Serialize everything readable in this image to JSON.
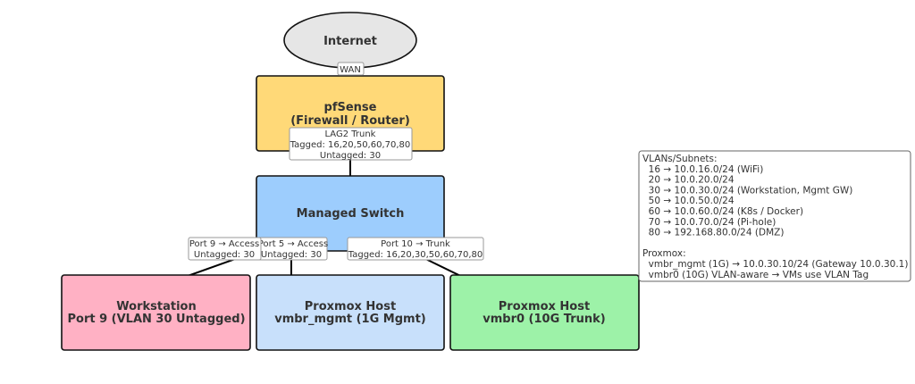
{
  "nodes": {
    "internet": {
      "label": "Internet",
      "color": "#e6e6e6"
    },
    "pfsense": {
      "line1": "pfSense",
      "line2": "(Firewall / Router)",
      "color": "#ffd978"
    },
    "switch": {
      "label": "Managed Switch",
      "color": "#9dcdfd"
    },
    "workstation": {
      "line1": "Workstation",
      "line2": "Port 9 (VLAN 30 Untagged)",
      "color": "#ffb1c4"
    },
    "proxmox_mgmt": {
      "line1": "Proxmox Host",
      "line2": "vmbr_mgmt (1G Mgmt)",
      "color": "#c8e0fb"
    },
    "proxmox_trunk": {
      "line1": "Proxmox Host",
      "line2": "vmbr0 (10G Trunk)",
      "color": "#9df2a8"
    }
  },
  "edges": {
    "wan": {
      "label": "WAN"
    },
    "lag": {
      "line1": "LAG2 Trunk",
      "line2": "Tagged: 16,20,50,60,70,80",
      "line3": "Untagged: 30"
    },
    "port9": {
      "line1": "Port 9 → Access",
      "line2": "Untagged: 30"
    },
    "port5": {
      "line1": "Port 5 → Access",
      "line2": "Untagged: 30"
    },
    "port10": {
      "line1": "Port 10 → Trunk",
      "line2": "Tagged: 16,20,30,50,60,70,80"
    }
  },
  "legend": {
    "lines": [
      "VLANs/Subnets:",
      "  16 → 10.0.16.0/24 (WiFi)",
      "  20 → 10.0.20.0/24",
      "  30 → 10.0.30.0/24 (Workstation, Mgmt GW)",
      "  50 → 10.0.50.0/24",
      "  60 → 10.0.60.0/24 (K8s / Docker)",
      "  70 → 10.0.70.0/24 (Pi-hole)",
      "  80 → 192.168.80.0/24 (DMZ)",
      "",
      "Proxmox:",
      "  vmbr_mgmt (1G) → 10.0.30.10/24 (Gateway 10.0.30.1)",
      "  vmbr0 (10G) VLAN-aware → VMs use VLAN Tag"
    ]
  }
}
